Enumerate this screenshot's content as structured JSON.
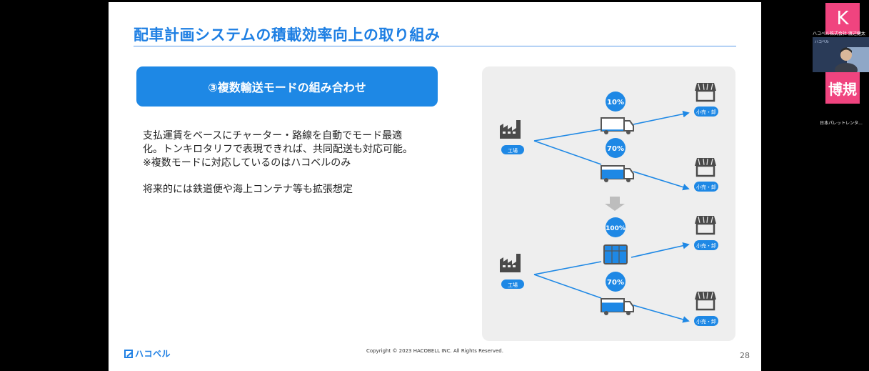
{
  "slide": {
    "title": "配車計画システムの積載効率向上の取り組み",
    "section_heading": "③複数輸送モードの組み合わせ",
    "body_lines": [
      "支払運賃をベースにチャーター・路線を自動でモード最適",
      "化。トンキロタリフで表現できれば、共同配送も対応可能。",
      "※複数モードに対応しているのはハコベルのみ",
      "将来的には鉄道便や海上コンテナ等も拡張想定"
    ],
    "logo_text": "ハコベル",
    "copyright": "Copyright © 2023 HACOBELL INC. All Rights Reserved.",
    "page_number": "28"
  },
  "diagram": {
    "origin_label": "工場",
    "dest_label": "小売・卸",
    "top_scenario": {
      "load_upper": "10%",
      "load_lower": "70%"
    },
    "bottom_scenario": {
      "load_upper": "100%",
      "load_lower": "70%"
    },
    "fill_levels": {
      "top_upper": 0.1,
      "top_lower": 0.7,
      "bottom_upper": 1.0,
      "bottom_lower": 0.7
    },
    "colors": {
      "accent": "#1e88e5",
      "truck_outline": "#555555",
      "arrow_down": "#bdbdbd"
    }
  },
  "participants": {
    "tile1_initial": "K",
    "tile1_name": "ハコベル株式会社 渡辺健太",
    "video_banner": "ハコベル",
    "tile2_initial": "博規",
    "tile2_name": "日本パレットレンタ..."
  }
}
